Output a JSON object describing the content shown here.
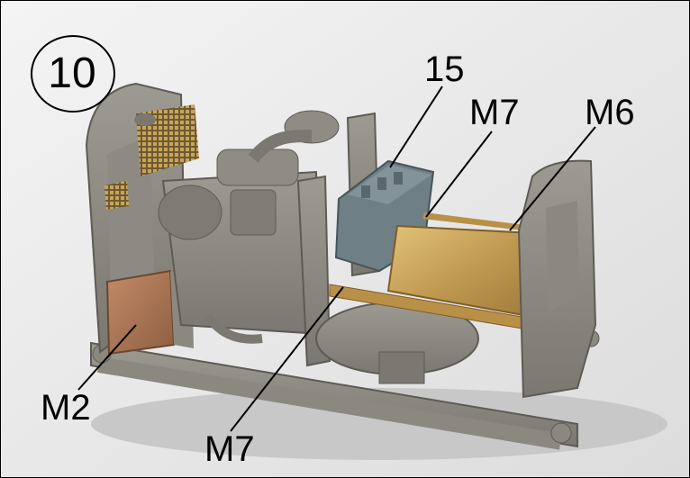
{
  "step": {
    "number": "10"
  },
  "callouts": {
    "part_15": "15",
    "part_m7_top": "M7",
    "part_m6": "M6",
    "part_m2": "M2",
    "part_m7_bottom": "M7"
  },
  "colors": {
    "background": "#ececec",
    "plastic_grey": "#8e8c83",
    "brass_etch": "#c9a55a",
    "copper_plate": "#b07b5a",
    "battery_blue": "#6f7f86",
    "leader_line": "#000000"
  }
}
